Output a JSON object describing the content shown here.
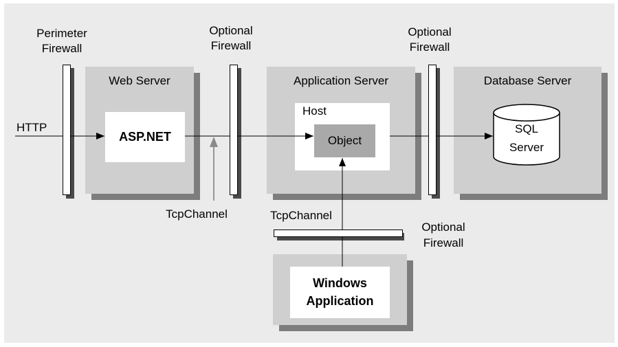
{
  "perimeter_firewall": {
    "line1": "Perimeter",
    "line2": "Firewall"
  },
  "optional_firewall_1": {
    "line1": "Optional",
    "line2": "Firewall"
  },
  "optional_firewall_2": {
    "line1": "Optional",
    "line2": "Firewall"
  },
  "optional_firewall_3": {
    "line1": "Optional",
    "line2": "Firewall"
  },
  "http_label": "HTTP",
  "web_server": {
    "title": "Web Server",
    "component": "ASP.NET"
  },
  "app_server": {
    "title": "Application Server",
    "host": "Host",
    "object": "Object"
  },
  "db_server": {
    "title": "Database Server",
    "sql_line1": "SQL",
    "sql_line2": "Server"
  },
  "tcp_channel_1": "TcpChannel",
  "tcp_channel_2": "TcpChannel",
  "windows_app": {
    "line1": "Windows",
    "line2": "Application"
  },
  "colors": {
    "background": "#ebebeb",
    "panel": "#cfcfcf",
    "panel_shadow": "#7d7d7d",
    "object_box": "#a9a9a9"
  }
}
